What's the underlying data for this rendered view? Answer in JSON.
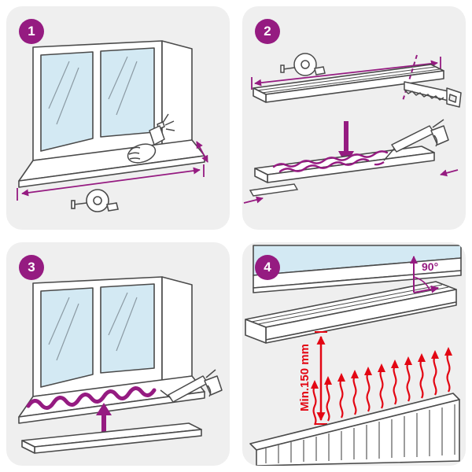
{
  "colors": {
    "accent_purple": "#951b81",
    "alert_red": "#e30613",
    "panel_background": "#efefef",
    "glass_blue": "#d3e9f3",
    "line_gray": "#4a4a4a"
  },
  "panels": {
    "step1": {
      "number": "1"
    },
    "step2": {
      "number": "2"
    },
    "step3": {
      "number": "3"
    },
    "step4": {
      "number": "4",
      "angle_label": "90°",
      "min_height_label": "Min.150 mm"
    }
  }
}
